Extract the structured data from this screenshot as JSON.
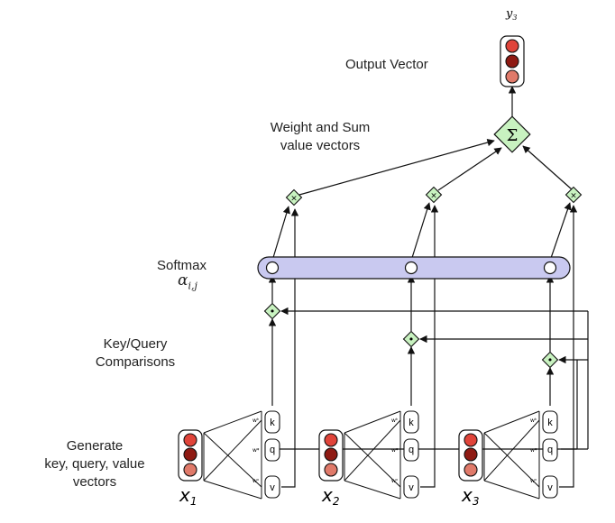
{
  "labels": {
    "output_vector": "Output Vector",
    "weight_sum_line1": "Weight and Sum",
    "weight_sum_line2": "value vectors",
    "softmax": "Softmax",
    "alpha": "αi,j",
    "alpha_base": "α",
    "alpha_sub": "i,j",
    "key_query_line1": "Key/Query",
    "key_query_line2": "Comparisons",
    "generate_line1": "Generate",
    "generate_line2": "key, query, value",
    "generate_line3": "vectors"
  },
  "output": {
    "base": "y",
    "sub": "3"
  },
  "inputs": [
    {
      "base": "x",
      "sub": "1"
    },
    {
      "base": "x",
      "sub": "2"
    },
    {
      "base": "x",
      "sub": "3"
    }
  ],
  "vector_boxes": {
    "k": "k",
    "q": "q",
    "v": "v"
  },
  "weight_marks": {
    "k": "wᵏ",
    "q": "wᵠ",
    "v": "wᵛ"
  },
  "ops": {
    "sum": "Σ",
    "mult": "×",
    "dot": "•"
  },
  "colors": {
    "red_top": "#e0443a",
    "red_mid": "#8e1a13",
    "red_bottom": "#e07a6a",
    "softmax_fill": "#c9c9f0",
    "op_fill": "#c8f2c0"
  }
}
